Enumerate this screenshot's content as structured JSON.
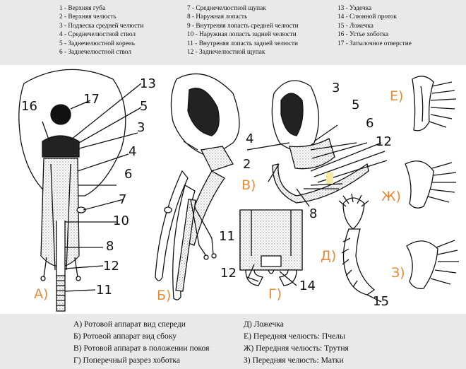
{
  "legend_top": {
    "col1": [
      "1 - Верхняя губа",
      "2 - Верхняя челюсть",
      "3 - Подвеска средней челюсти",
      "4 - Среднечелюстной ствол",
      "5 - Заднечелюстной корень",
      "6 - Заднечелюстной ствол"
    ],
    "col2": [
      "7 - Среднечелюстной щупак",
      "8 - Наружная лопасть",
      "9 - Внутреняя лопасть средней челюсти",
      "10 - Наружная лопасть задней челюсти",
      "11 - Внутреняя лопасть задней челюсти",
      "12 - Заднечелюстной щупак"
    ],
    "col3": [
      "13 - Уздечка",
      "14 - Слюнной проток",
      "15 - Ложечка",
      "16 - Устье хоботка",
      "17 - Затылочное отверстие"
    ]
  },
  "legend_bottom": {
    "col1": [
      "А) Ротовой аппарат вид спереди",
      "Б) Ротовой аппарат вид сбоку",
      "В) Ротовой аппарат в положении покоя",
      "Г) Поперечный разрез хоботка"
    ],
    "col2": [
      "Д) Ложечка",
      "Е) Передняя челюсть: Пчелы",
      "Ж) Передняя челюсть: Трутня",
      "З) Передняя челюсть: Матки"
    ]
  },
  "numbers": {
    "n13": "13",
    "n17": "17",
    "n16": "16",
    "n5a": "5",
    "n3a": "3",
    "n4a": "4",
    "n6": "6",
    "n7": "7",
    "n10": "10",
    "n8a": "8",
    "n12a": "12",
    "n11a": "11",
    "n3b": "3",
    "n5b": "5",
    "n4b": "4",
    "n6b": "6",
    "n2": "2",
    "n12b": "12",
    "n8b": "8",
    "n11b": "11",
    "n12c": "12",
    "n14": "14",
    "n15": "15"
  },
  "panel_labels": {
    "A": "А)",
    "B": "Б)",
    "V": "В)",
    "G": "Г)",
    "D": "Д)",
    "E": "Е)",
    "Zh": "Ж)",
    "Z": "З)"
  }
}
